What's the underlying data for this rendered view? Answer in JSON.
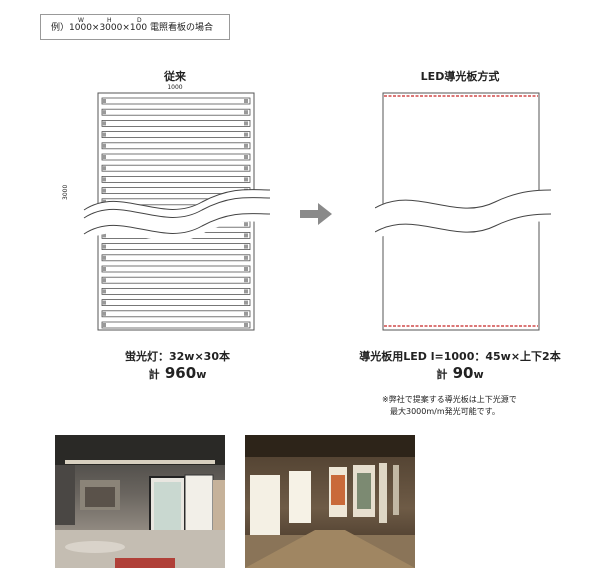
{
  "example": {
    "prefix": "例）",
    "dimensions": "1000×3000×100",
    "superscripts": [
      "W",
      "H",
      "D"
    ],
    "suffix": "電照看板の場合"
  },
  "left_panel": {
    "title": "従来",
    "width_label": "1000",
    "height_label": "3000",
    "spec": "蛍光灯：32w×30本",
    "total_prefix": "計",
    "total_value": "960",
    "total_unit": "w"
  },
  "right_panel": {
    "title": "LED導光板方式",
    "spec": "導光板用LED l=1000：45w×上下2本",
    "total_prefix": "計",
    "total_value": "90",
    "total_unit": "w",
    "note_lines": [
      "※弊社で提案する導光板は上下光源で",
      "最大3000m/m発光可能です。"
    ]
  },
  "arrow_icon": "arrow-right-icon",
  "colors": {
    "led_strip": "#d04a4a",
    "arrow": "#8a8a8a",
    "frame": "#555555"
  }
}
